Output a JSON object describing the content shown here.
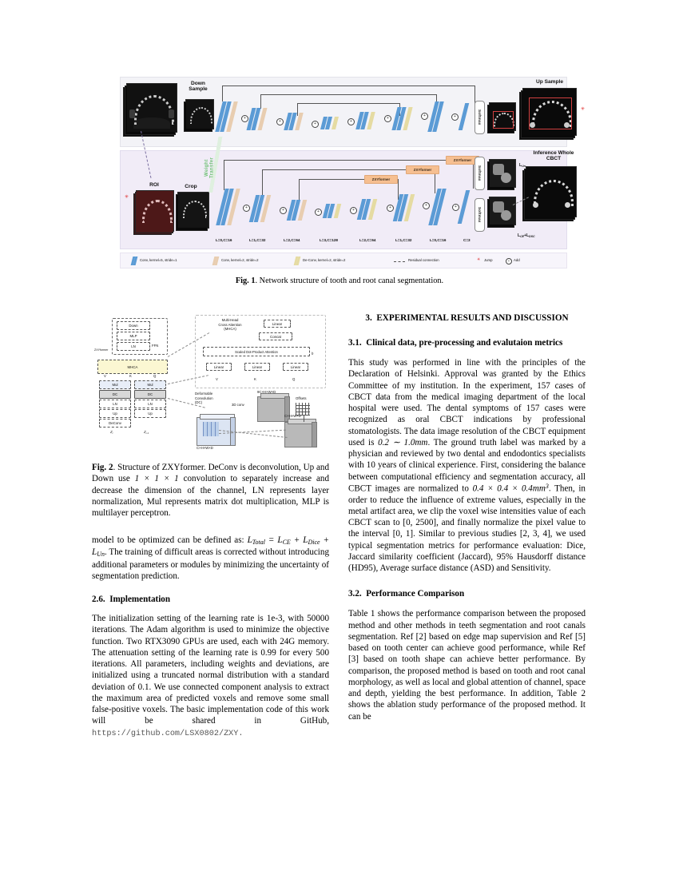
{
  "figure1": {
    "caption_prefix": "Fig. 1",
    "caption_text": ". Network structure of tooth and root canal segmentation.",
    "labels": {
      "down_sample": "Down\nSample",
      "up_sample": "Up Sample",
      "inference": "Inference Whole\nCBCT",
      "roi": "ROI",
      "crop": "Crop",
      "weight_transfer": "Weight\nTransfer",
      "softmax": "Softmax",
      "zxyformer": "ZXYformer",
      "loss_un": "L",
      "loss_un_sub": "Un",
      "loss_ce": "L",
      "loss_ce_sub": "CE",
      "loss_dsc": "L",
      "loss_dsc_sub": "DSC",
      "plus": "+"
    },
    "channel_labels": [
      "L=0,C=16",
      "L=1,C=32",
      "L=2,C=64",
      "L=3,C=128",
      "L=2,C=64",
      "L=1,C=32",
      "L=0,C=16",
      "C=3"
    ],
    "legend": [
      {
        "swatch": "blue",
        "text": "Conv, kernel=5, stride=1"
      },
      {
        "swatch": "tan",
        "text": "Conv, kernel=2, stride=2"
      },
      {
        "swatch": "yellow",
        "text": "De-Conv, kernel=2, stride=2"
      },
      {
        "swatch": "dashed",
        "text": "Residual connection"
      },
      {
        "swatch": "star",
        "text": "Jump"
      },
      {
        "swatch": "plus",
        "text": "Add"
      }
    ]
  },
  "figure2": {
    "caption_prefix": "Fig. 2",
    "caption_parts": {
      "p1": ". Structure of ZXYformer. DeConv is deconvolution, Up and Down use ",
      "m1": "1 × 1 × 1",
      "p2": " convolution to separately increase and decrease the dimension of the channel, LN represents layer normalization, Mul represents matrix dot multiplication, MLP is multilayer perceptron."
    },
    "diagram": {
      "ffn": "FFN",
      "down": "Down",
      "mlp": "MLP",
      "ln": "LN",
      "mhca": "MHCA",
      "mul": "Mul",
      "dc": "DC",
      "up": "Up",
      "deconv": "DeConv",
      "v": "V",
      "k": "K",
      "q": "Q",
      "zi": "Z",
      "zi_sub": "i",
      "zi1": "Z",
      "zi1_sub": "i-1",
      "mhca_title": "Multi-Head\nCross Attention\n(MHCA)",
      "linear": "Linear",
      "concat": "Concat",
      "sdpa": "Scaled Dot-Product Attention",
      "h": "h",
      "dc_title": "Deformable\nConvolution\n(DC)",
      "conv3d": "3D conv",
      "offsets": "Offsets",
      "dim_in": "C×H×W×D",
      "dim_off": "9C×H×W×D",
      "dim_out": "C×H×W×D"
    }
  },
  "left_column": {
    "para_loss": {
      "p1": "model to be optimized can be defined as: ",
      "m1": "L",
      "m1_sub": "Total",
      "m2": " = L",
      "m2_sub": "CE",
      "m3": " + L",
      "m3_sub": "Dice",
      "m4": " + L",
      "m4_sub": "Un",
      "p2": ". The training of difficult areas is corrected without introducing additional parameters or modules by minimizing the uncertainty of segmentation prediction."
    },
    "section_impl": {
      "number": "2.6.",
      "title": "Implementation",
      "body_pre": "The initialization setting of the learning rate is 1e-3, with 50000 iterations. The Adam algorithm is used to minimize the objective function. Two RTX3090 GPUs are used, each with 24G memory. The attenuation setting of the learning rate is 0.99 for every 500 iterations. All parameters, including weights and deviations, are initialized using a truncated normal distribution with a standard deviation of 0.1. We use connected component analysis to extract the maximum area of predicted voxels and remove some small false-positive voxels. The basic implementation code of this work will be shared in GitHub,",
      "url": "https://github.com/LSX0802/ZXY."
    }
  },
  "right_column": {
    "section3": {
      "number": "3.",
      "title": "EXPERIMENTAL RESULTS AND DISCUSSION"
    },
    "section31": {
      "number": "3.1.",
      "title": "Clinical data, pre-processing and evalutaion metrics",
      "p_a": "This study was performed in line with the principles of the Declaration of Helsinki. Approval was granted by the Ethics Committee of my institution. In the experiment, 157 cases of CBCT data from the medical imaging department of the local hospital were used. The dental symptoms of 157 cases were recognized as oral CBCT indications by professional stomatologists. The data image resolution of the CBCT equipment used is ",
      "m_res": "0.2 ∼ 1.0mm",
      "p_b": ". The ground truth label was marked by a physician and reviewed by two dental and endodontics specialists with 10 years of clinical experience. First, considering the balance between computational efficiency and segmentation accuracy, all CBCT images are normalized to ",
      "m_norm": "0.4 × 0.4 × 0.4mm",
      "m_norm_sup": "3",
      "p_c": ". Then, in order to reduce the influence of extreme values, especially in the metal artifact area, we clip the voxel wise intensities value of each CBCT scan to [0, 2500], and finally normalize the pixel value to the interval [0, 1]. Similar to previous studies [2, 3, 4], we used typical segmentation metrics for performance evaluation: Dice, Jaccard similarity coefficient (Jaccard), 95% Hausdorff distance (HD95), Average surface distance (ASD) and Sensitivity."
    },
    "section32": {
      "number": "3.2.",
      "title": "Performance Comparison",
      "p_a": "Table 1 shows the performance comparison between the proposed method and other methods in teeth segmentation and root canals segmentation. Ref [2] based on edge map supervision and Ref [5] based on tooth center can achieve good performance, while Ref [3] based on tooth shape can achieve better performance. By comparison, the proposed method is based on tooth and root canal morphology, as well as local and global attention of channel, space and depth, yielding the best performance. In addition, Table 2 shows the ablation study performance of the proposed method. It can be"
    }
  },
  "colors": {
    "conv_blue": "#5b9bd5",
    "conv_tan": "#e8cdb0",
    "deconv_yellow": "#e5dba2",
    "zxyformer": "#f6bf91",
    "weight_transfer": "#74c27a",
    "jump_red": "#e03030",
    "panel_top": "#f3f3f7",
    "panel_bottom": "#f1ecf7"
  }
}
